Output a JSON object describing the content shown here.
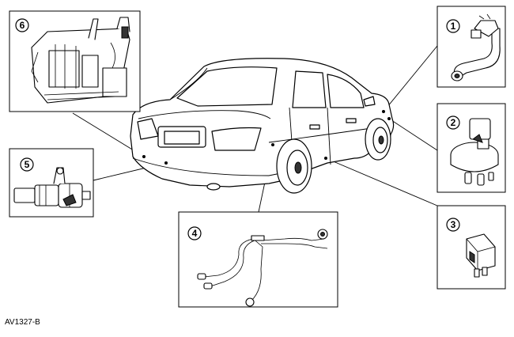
{
  "figure": {
    "identifier": "AV1327-B"
  },
  "callouts": [
    {
      "number": "1"
    },
    {
      "number": "2"
    },
    {
      "number": "3"
    },
    {
      "number": "4"
    },
    {
      "number": "5"
    },
    {
      "number": "6"
    }
  ]
}
